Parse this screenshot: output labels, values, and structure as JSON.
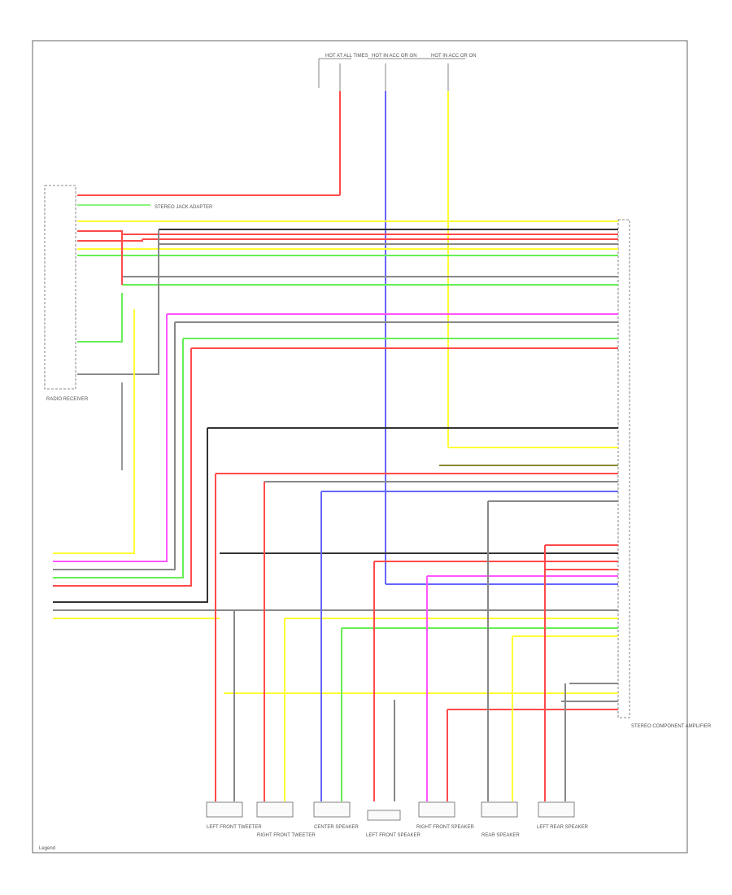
{
  "colors": {
    "red": "#ff4a4a",
    "yellow": "#ffff33",
    "green": "#66ee55",
    "blue": "#6666ff",
    "magenta": "#ff55ff",
    "gray": "#888888",
    "black": "#333333",
    "frame": "#666666"
  },
  "bottom_left_label": "Legend",
  "top_fuses": [
    "HOT AT ALL TIMES",
    "HOT IN ACC OR ON",
    "HOT IN ACC OR ON"
  ],
  "right_module_label": "STEREO COMPONENT AMPLIFIER",
  "left_module_label": "RADIO RECEIVER",
  "connector_note": "STEREO JACK ADAPTER",
  "speakers": [
    {
      "label": "LEFT FRONT TWEETER"
    },
    {
      "label": "RIGHT FRONT TWEETER"
    },
    {
      "label": "CENTER SPEAKER"
    },
    {
      "label": "LEFT FRONT SPEAKER"
    },
    {
      "label": "RIGHT FRONT SPEAKER"
    },
    {
      "label": "REAR SPEAKER"
    },
    {
      "label": "LEFT REAR SPEAKER"
    }
  ]
}
